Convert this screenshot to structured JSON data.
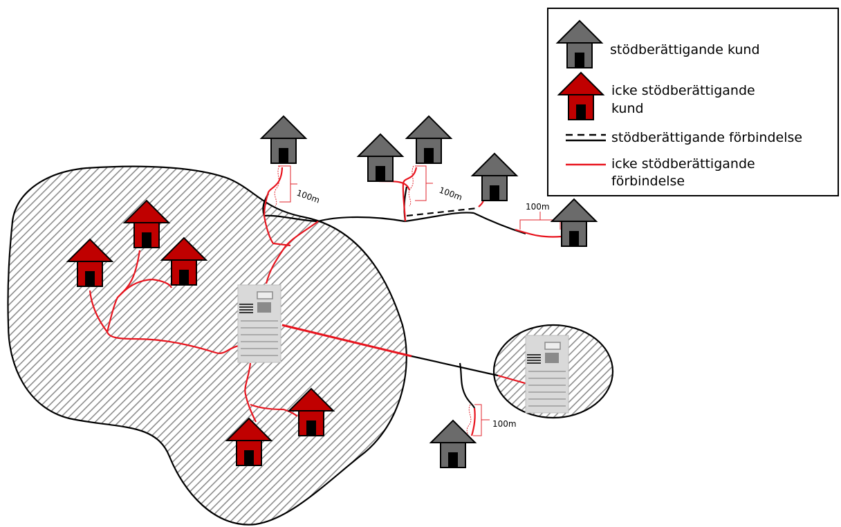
{
  "legend": {
    "eligible_customer": "stödberättigande kund",
    "ineligible_customer_line1": "icke stödberättigande",
    "ineligible_customer_line2": "kund",
    "eligible_connection": "stödberättigande förbindelse",
    "ineligible_connection_line1": "icke stödberättigande",
    "ineligible_connection_line2": "förbindelse"
  },
  "distances": {
    "label_1": "100m",
    "label_2": "100m",
    "label_3": "100m",
    "label_4": "100m"
  },
  "colors": {
    "eligible_house": "#6b6b6b",
    "ineligible_house": "#c00000",
    "ineligible_line": "#e8141e",
    "eligible_line": "#000000",
    "hatch": "#8c8c8c",
    "server": "#d0d0d0"
  }
}
